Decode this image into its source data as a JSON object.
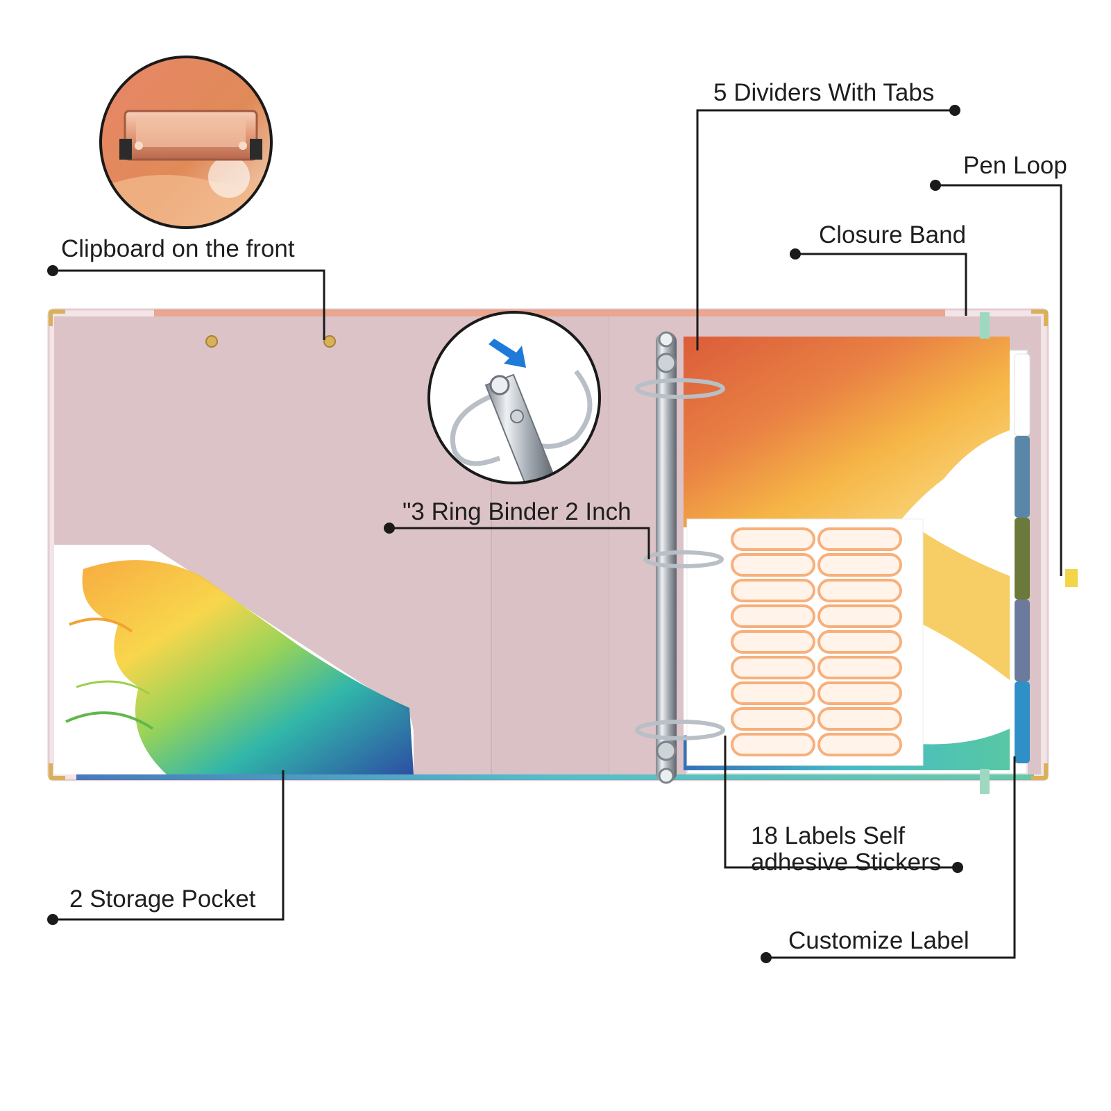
{
  "callouts": {
    "clipboard": "Clipboard on the front",
    "dividers": "5 Dividers With Tabs",
    "pen_loop": "Pen Loop",
    "closure_band": "Closure Band",
    "ring_binder": "\"3 Ring Binder 2 Inch",
    "storage_pocket": "2 Storage Pocket",
    "labels_line1": "18 Labels Self",
    "labels_line2": "adhesive Stickers",
    "customize_label": "Customize Label"
  },
  "colors": {
    "binder_lining": "#dcc3c7",
    "cover_edge": "#e8d2d6",
    "gold_corner": "#d8b15a",
    "ring_metal": "#b9bfc6",
    "clip_rose_gold": "#e6a889",
    "sticker_orange": "#f7b07c",
    "pen_loop_yellow": "#f3d54a",
    "closure_band_mint": "#9ed8c1",
    "tab_blue": "#5a87a8",
    "tab_olive": "#6b7a3a",
    "tab_slate": "#6c7b9c",
    "tab_cyan": "#2f8fc7",
    "arrow_blue": "#1e7ad8",
    "leader_line": "#1a1a1a"
  },
  "icons": [
    "clipboard-clip-icon",
    "ring-mechanism-icon",
    "press-arrow-icon"
  ]
}
